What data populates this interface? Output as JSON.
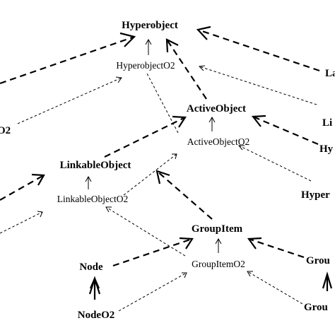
{
  "nodes": [
    {
      "id": "hyperobject",
      "label": "Hyperobject",
      "style": "bold"
    },
    {
      "id": "hyperobjecto2",
      "label": "HyperobjectO2",
      "style": "regular"
    },
    {
      "id": "activeobject",
      "label": "ActiveObject",
      "style": "bold"
    },
    {
      "id": "activeobjecto2",
      "label": "ActiveObjectO2",
      "style": "regular"
    },
    {
      "id": "linkableobject",
      "label": "LinkableObject",
      "style": "bold"
    },
    {
      "id": "linkableobjecto2",
      "label": "LinkableObjectO2",
      "style": "regular"
    },
    {
      "id": "groupitem",
      "label": "GroupItem",
      "style": "bold"
    },
    {
      "id": "groupitemo2",
      "label": "GroupItemO2",
      "style": "regular"
    },
    {
      "id": "node",
      "label": "Node",
      "style": "bold"
    },
    {
      "id": "nodeo2",
      "label": "NodeO2",
      "style": "bold"
    },
    {
      "id": "edge-la",
      "label": "La",
      "style": "bold"
    },
    {
      "id": "edge-o2",
      "label": "O2",
      "style": "bold"
    },
    {
      "id": "edge-li",
      "label": "Li",
      "style": "bold"
    },
    {
      "id": "edge-hy",
      "label": "Hy",
      "style": "bold"
    },
    {
      "id": "edge-hyper",
      "label": "Hyper",
      "style": "bold"
    },
    {
      "id": "edge-group1",
      "label": "Grou",
      "style": "bold"
    },
    {
      "id": "edge-group2",
      "label": "Grou",
      "style": "bold"
    }
  ]
}
